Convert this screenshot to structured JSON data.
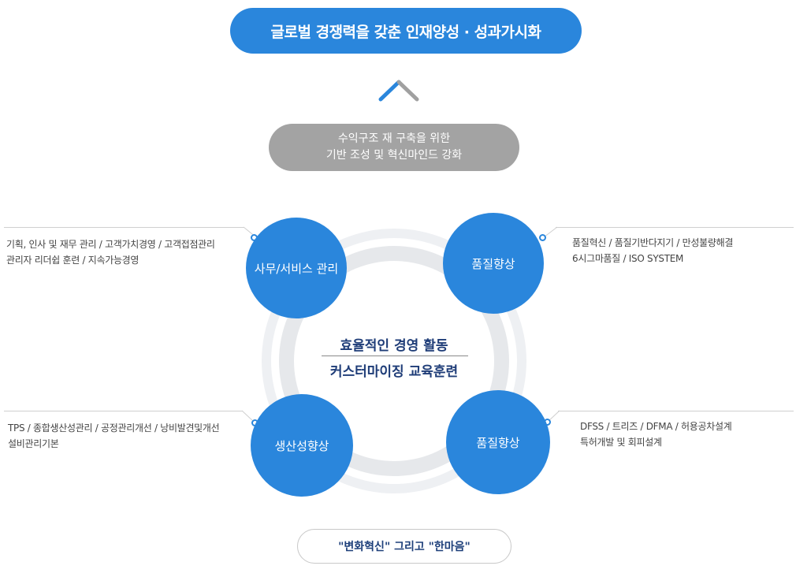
{
  "top_banner": "글로벌 경쟁력을 갖춘 인재양성 · 성과가시화",
  "foundation": {
    "line1": "수익구조 재 구축을 위한",
    "line2": "기반 조성 및 혁신마인드 강화"
  },
  "center": {
    "line1": "효율적인 경영 활동",
    "line2": "커스터마이징 교육훈련"
  },
  "circles": {
    "top_left": {
      "label": "사무/서비스 관리",
      "desc1": "기획, 인사 및 재무 관리 / 고객가치경영 / 고객접점관리",
      "desc2": "관리자 리더쉽 훈련 / 지속가능경영"
    },
    "top_right": {
      "label": "품질향상",
      "desc1": "품질혁신 / 품질기반다지기 / 만성불량해결",
      "desc2": "6시그마품질 / ISO SYSTEM"
    },
    "bottom_left": {
      "label": "생산성향상",
      "desc1": "TPS / 종합생산성관리 / 공정관리개선 / 낭비발견및개선",
      "desc2": "설비관리기본"
    },
    "bottom_right": {
      "label": "품질향상",
      "desc1": "DFSS / 트리즈 / DFMA / 허용공차설계",
      "desc2": "특허개발 및 회피설계"
    }
  },
  "bottom_slogan": "\"변화혁신\" 그리고 \"한마음\"",
  "colors": {
    "primary": "#2a86dc",
    "gray": "#a3a3a3",
    "navy": "#1f3d78"
  }
}
